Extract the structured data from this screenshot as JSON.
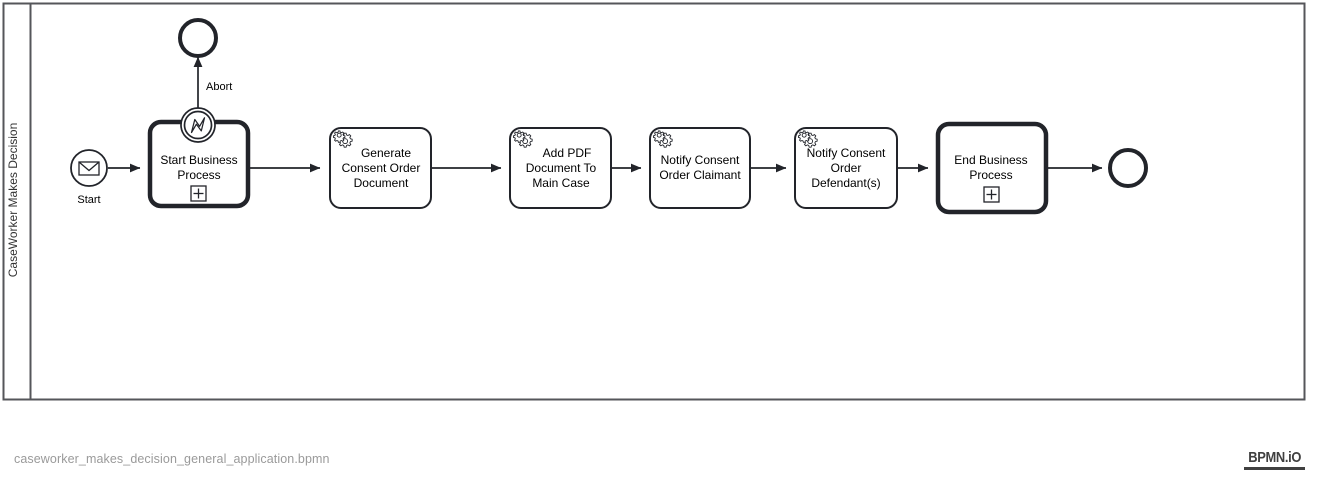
{
  "diagram": {
    "type": "bpmn-process-diagram",
    "pool": {
      "lane_label": "CaseWorker Makes Decision"
    },
    "elements": [
      {
        "id": "start-event",
        "kind": "message-start-event",
        "icon": "envelope-icon",
        "label": "Start"
      },
      {
        "id": "start-business-process",
        "kind": "call-activity",
        "label_lines": [
          "Start Business",
          "Process"
        ],
        "marker": "collapsed-subprocess-plus",
        "boundary_event": {
          "kind": "boundary-error-event",
          "icon": "error-bolt-icon",
          "label": "Abort"
        }
      },
      {
        "id": "abort-end-event",
        "kind": "end-event",
        "label": "Abort"
      },
      {
        "id": "generate-consent-order-document",
        "kind": "service-task",
        "icon": "gear-icon",
        "label_lines": [
          "Generate",
          "Consent Order",
          "Document"
        ]
      },
      {
        "id": "add-pdf-document-to-main-case",
        "kind": "service-task",
        "icon": "gear-icon",
        "label_lines": [
          "Add PDF",
          "Document To",
          "Main Case"
        ]
      },
      {
        "id": "notify-consent-order-claimant",
        "kind": "service-task",
        "icon": "gear-icon",
        "label_lines": [
          "Notify Consent",
          "Order Claimant"
        ]
      },
      {
        "id": "notify-consent-order-defendants",
        "kind": "service-task",
        "icon": "gear-icon",
        "label_lines": [
          "Notify Consent",
          "Order",
          "Defendant(s)"
        ]
      },
      {
        "id": "end-business-process",
        "kind": "call-activity",
        "label_lines": [
          "End Business",
          "Process"
        ],
        "marker": "collapsed-subprocess-plus"
      },
      {
        "id": "final-end-event",
        "kind": "end-event",
        "label": ""
      }
    ]
  },
  "labels": {
    "lane": "CaseWorker Makes Decision",
    "start_event": "Start",
    "abort": "Abort",
    "start_business_process_line1": "Start Business",
    "start_business_process_line2": "Process",
    "generate_line1": "Generate",
    "generate_line2": "Consent Order",
    "generate_line3": "Document",
    "addpdf_line1": "Add PDF",
    "addpdf_line2": "Document To",
    "addpdf_line3": "Main Case",
    "claimant_line1": "Notify Consent",
    "claimant_line2": "Order Claimant",
    "defendant_line1": "Notify Consent",
    "defendant_line2": "Order",
    "defendant_line3": "Defendant(s)",
    "end_business_process_line1": "End Business",
    "end_business_process_line2": "Process"
  },
  "footer": {
    "filename": "caseworker_makes_decision_general_application.bpmn",
    "logo_text": "BPMN.iO"
  },
  "colors": {
    "stroke": "#22242a",
    "pool_stroke": "#55565a",
    "background": "#ffffff",
    "lane_text": "#333333",
    "footer_text": "#9a9a9a",
    "logo": "#404040"
  }
}
